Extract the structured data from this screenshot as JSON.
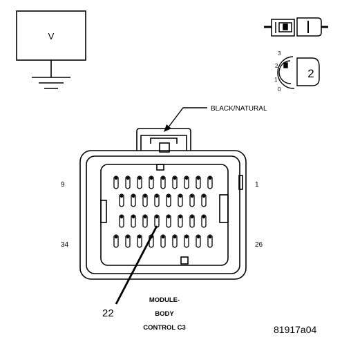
{
  "meter": {
    "label": "V"
  },
  "position_indicator": {
    "marks": [
      "3",
      "2",
      "1",
      "0"
    ],
    "key_number": "2"
  },
  "connector": {
    "color_label": "BLACK/NATURAL",
    "pin_top_left": "9",
    "pin_top_right": "1",
    "pin_bottom_left": "34",
    "pin_bottom_right": "26",
    "callout_pin": "22",
    "name_lines": [
      "MODULE-",
      "BODY",
      "CONTROL C3"
    ]
  },
  "figure_id": "81917a04"
}
